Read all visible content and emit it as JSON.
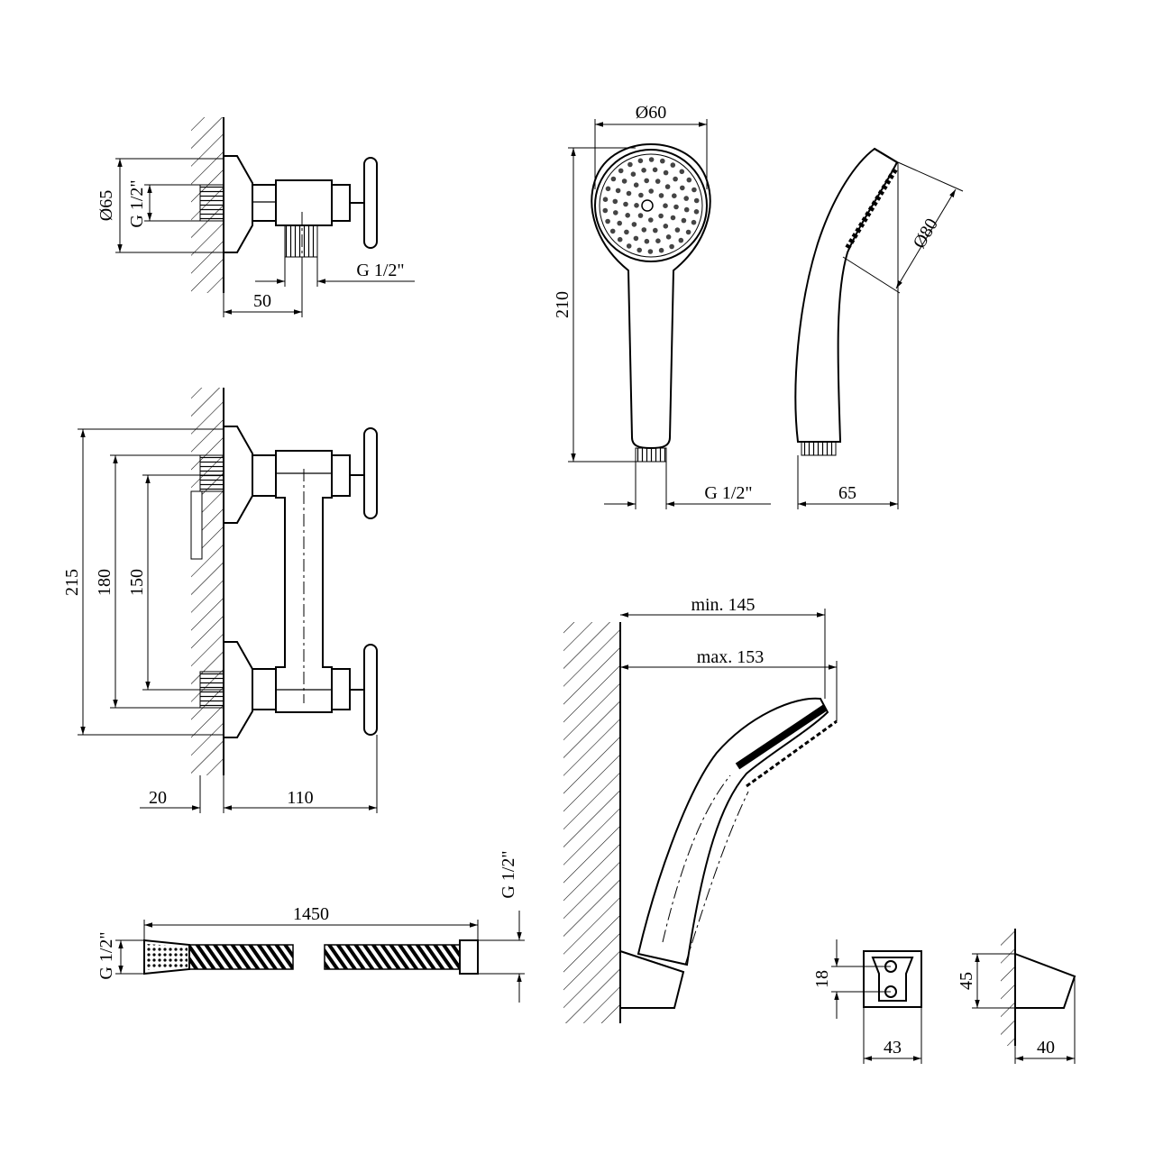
{
  "mixer_top": {
    "dim_flange": "Ø65",
    "dim_thread_in": "G 1/2\"",
    "dim_thread_out": "G 1/2\"",
    "dim_depth": "50"
  },
  "mixer_front": {
    "dim_height_total": "215",
    "dim_height_mid": "180",
    "dim_centers": "150",
    "dim_wall": "20",
    "dim_depth": "110"
  },
  "hose": {
    "dim_length": "1450",
    "dim_thread_left": "G 1/2\"",
    "dim_thread_right": "G 1/2\""
  },
  "showerhead_front": {
    "dim_diameter": "Ø60",
    "dim_length": "210",
    "dim_thread": "G 1/2\""
  },
  "showerhead_side": {
    "dim_face": "Ø80",
    "dim_depth": "65"
  },
  "holder_assembly": {
    "dim_min": "min. 145",
    "dim_max": "max. 153"
  },
  "holder_front": {
    "dim_hole_spacing": "18",
    "dim_width": "43"
  },
  "holder_side": {
    "dim_height": "45",
    "dim_depth": "40"
  }
}
